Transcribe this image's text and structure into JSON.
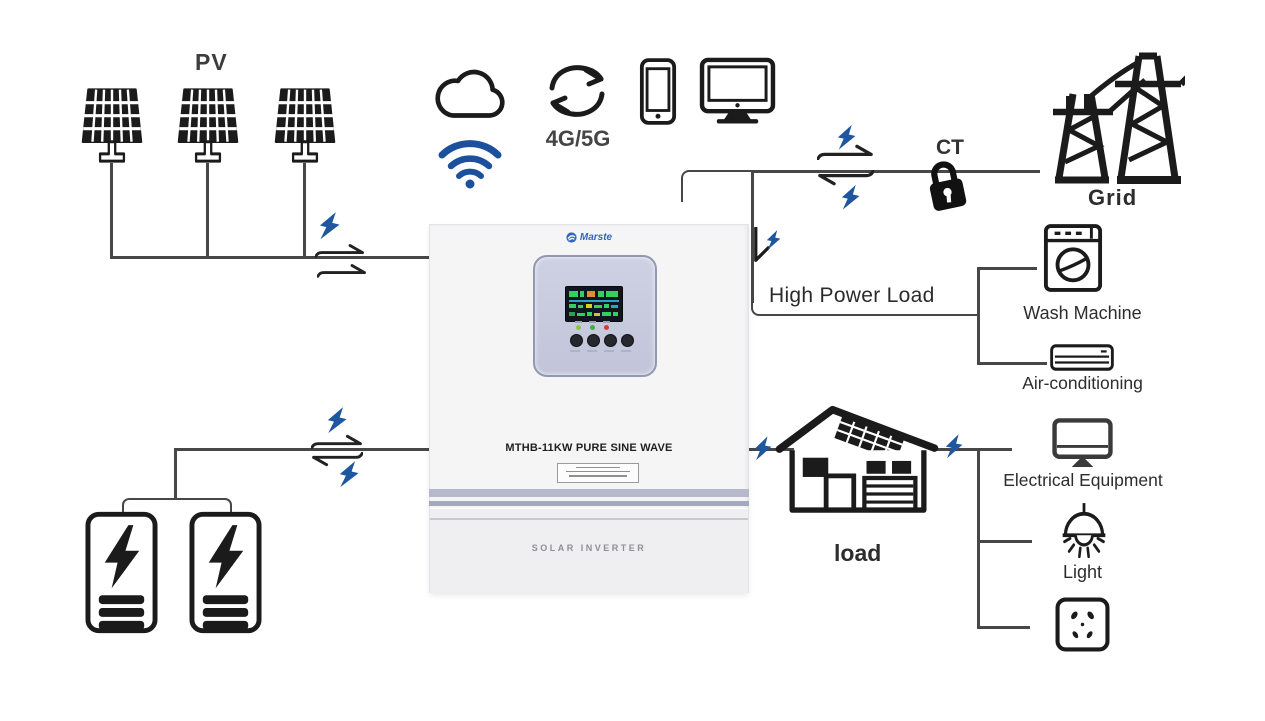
{
  "labels": {
    "pv": "PV",
    "network": "4G/5G",
    "ct": "CT",
    "grid": "Grid",
    "high_power_load": "High Power Load",
    "load": "load",
    "wash_machine": "Wash Machine",
    "air_conditioning": "Air-conditioning",
    "electrical_equipment": "Electrical Equipment",
    "light": "Light"
  },
  "inverter": {
    "brand": "Marste",
    "model": "MTHB-11KW PURE SINE WAVE",
    "type_label": "SOLAR INVERTER"
  },
  "colors": {
    "wire": "#474747",
    "bolt_blue": "#1e56a0",
    "wifi_blue": "#1c4f9c",
    "logo_blue": "#3565c1",
    "panel_face": "#c9ccde",
    "band_lavender": "#b5b9cb",
    "led_green": "#3fae49",
    "led_red": "#d63b30",
    "lcd_bg": "#10161d",
    "lcd_green": "#35d05c",
    "lcd_orange": "#df8f2d"
  }
}
